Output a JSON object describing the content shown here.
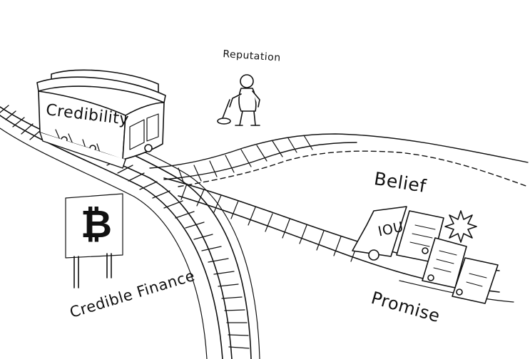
{
  "labels": {
    "reputation": "Reputation",
    "credibility": "Credibility",
    "belief": "Belief",
    "credible_finance": "Credible Finance",
    "promise": "Promise",
    "iou": "IOU"
  },
  "sign": {
    "symbol": "₿"
  },
  "icons": [
    "tram-car",
    "person-with-metal-detector",
    "bitcoin-sign",
    "railroad-tracks",
    "iou-note",
    "certificates",
    "starburst"
  ],
  "colors": {
    "ink": "#111111",
    "paper": "#ffffff"
  }
}
